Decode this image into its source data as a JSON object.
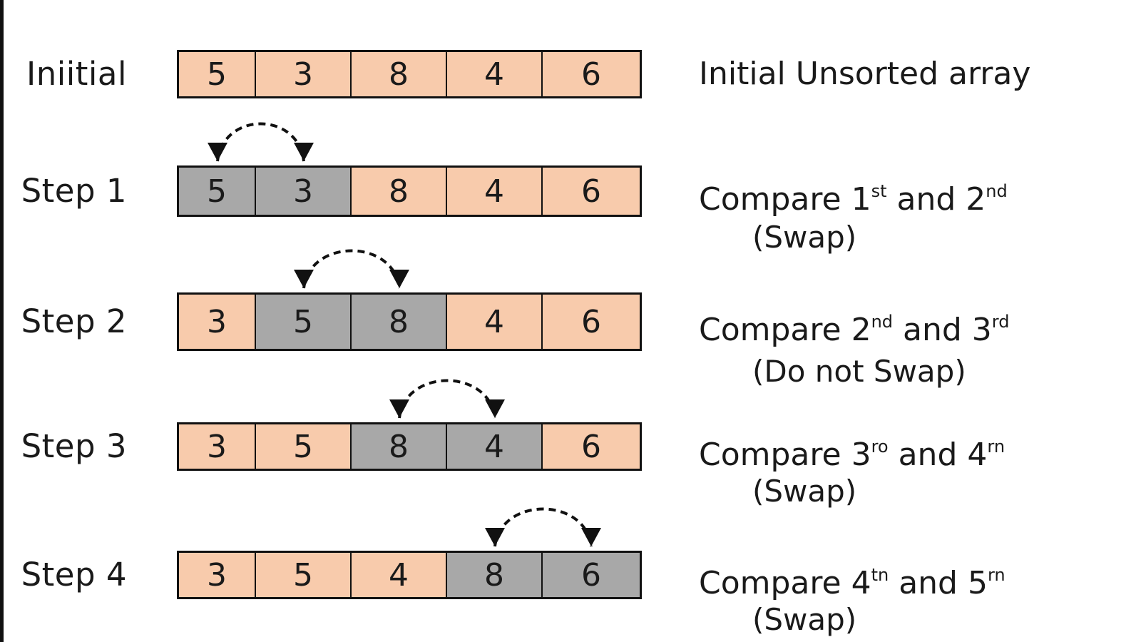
{
  "rows": [
    {
      "label": "Iniitial",
      "cells": [
        5,
        3,
        8,
        4,
        6
      ],
      "compared": [],
      "description": {
        "pre": "Initial Unsorted array",
        "a": "",
        "a_sup": "",
        "mid": "",
        "b": "",
        "b_sup": ""
      },
      "note": ""
    },
    {
      "label": "Step 1",
      "cells": [
        5,
        3,
        8,
        4,
        6
      ],
      "compared": [
        0,
        1
      ],
      "description": {
        "pre": "Compare ",
        "a": "1",
        "a_sup": "st",
        "mid": " and ",
        "b": "2",
        "b_sup": "nd"
      },
      "note": "(Swap)"
    },
    {
      "label": "Step 2",
      "cells": [
        3,
        5,
        8,
        4,
        6
      ],
      "compared": [
        1,
        2
      ],
      "description": {
        "pre": "Compare ",
        "a": "2",
        "a_sup": "nd",
        "mid": " and ",
        "b": "3",
        "b_sup": "rd"
      },
      "note": "(Do not Swap)"
    },
    {
      "label": "Step 3",
      "cells": [
        3,
        5,
        8,
        4,
        6
      ],
      "compared": [
        2,
        3
      ],
      "description": {
        "pre": "Compare ",
        "a": "3",
        "a_sup": "ro",
        "mid": " and ",
        "b": "4",
        "b_sup": "rn"
      },
      "note": "(Swap)"
    },
    {
      "label": "Step 4",
      "cells": [
        3,
        5,
        4,
        8,
        6
      ],
      "compared": [
        3,
        4
      ],
      "description": {
        "pre": "Compare ",
        "a": "4",
        "a_sup": "tn",
        "mid": " and ",
        "b": "5",
        "b_sup": "rn"
      },
      "note": "(Swap)"
    }
  ],
  "colors": {
    "cell_fill": "#f8cbac",
    "compared_fill": "#a8a8a8",
    "border": "#111111"
  }
}
